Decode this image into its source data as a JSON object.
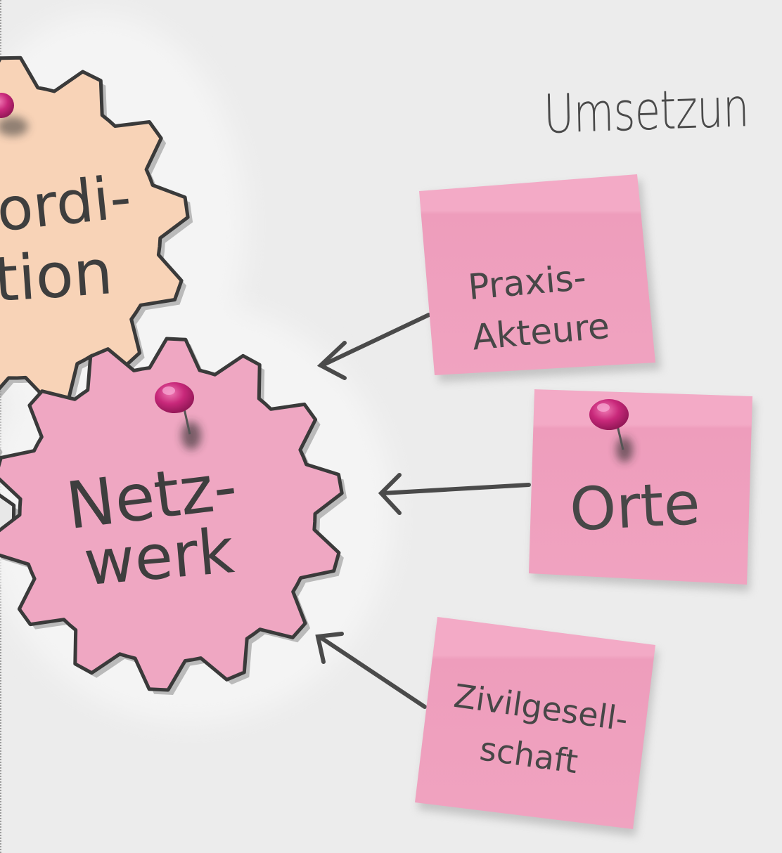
{
  "heading": {
    "text": "Umsetzun"
  },
  "gears": {
    "top_gear": {
      "line1": "ordi-",
      "line2": "tion"
    },
    "network_gear": {
      "line1": "Netz-",
      "line2": "werk"
    }
  },
  "notes": [
    {
      "line1": "Praxis-",
      "line2": "Akteure"
    },
    {
      "line1": "Orte"
    },
    {
      "line1": "Zivilgesell-",
      "line2": "schaft"
    }
  ],
  "colors": {
    "background": "#ececec",
    "peach_gear": "#f8d3b7",
    "pink_gear": "#efa7c2",
    "sticky_note": "#f1a3c0",
    "pin": "#c8287a",
    "ink": "#444444"
  }
}
